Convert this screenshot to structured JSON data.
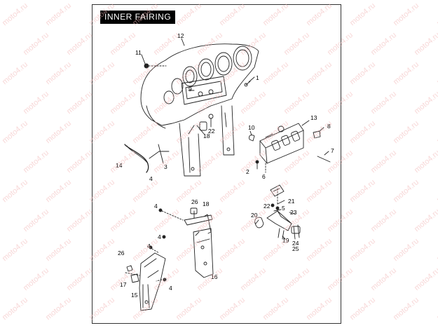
{
  "header": {
    "title": "INNER FAIRING"
  },
  "watermark": {
    "text": "moto4.ru"
  },
  "callouts": {
    "c1": "1",
    "c2": "2",
    "c3": "3",
    "c4a": "4",
    "c4b": "4",
    "c4c": "4",
    "c4d": "4",
    "c4e": "4",
    "c5": "5",
    "c6": "6",
    "c7": "7",
    "c8": "8",
    "c9": "9",
    "c10": "10",
    "c11": "11",
    "c12": "12",
    "c13": "13",
    "c14": "14",
    "c15": "15",
    "c16": "16",
    "c17": "17",
    "c18a": "18",
    "c18b": "18",
    "c19": "19",
    "c20": "20",
    "c21": "21",
    "c22a": "22",
    "c22b": "22",
    "c23": "23",
    "c24": "24",
    "c25": "25",
    "c26a": "26",
    "c26b": "26"
  },
  "colors": {
    "line": "#222222",
    "watermark": "#f2b7b7",
    "title_bg": "#000000",
    "title_fg": "#ffffff"
  }
}
